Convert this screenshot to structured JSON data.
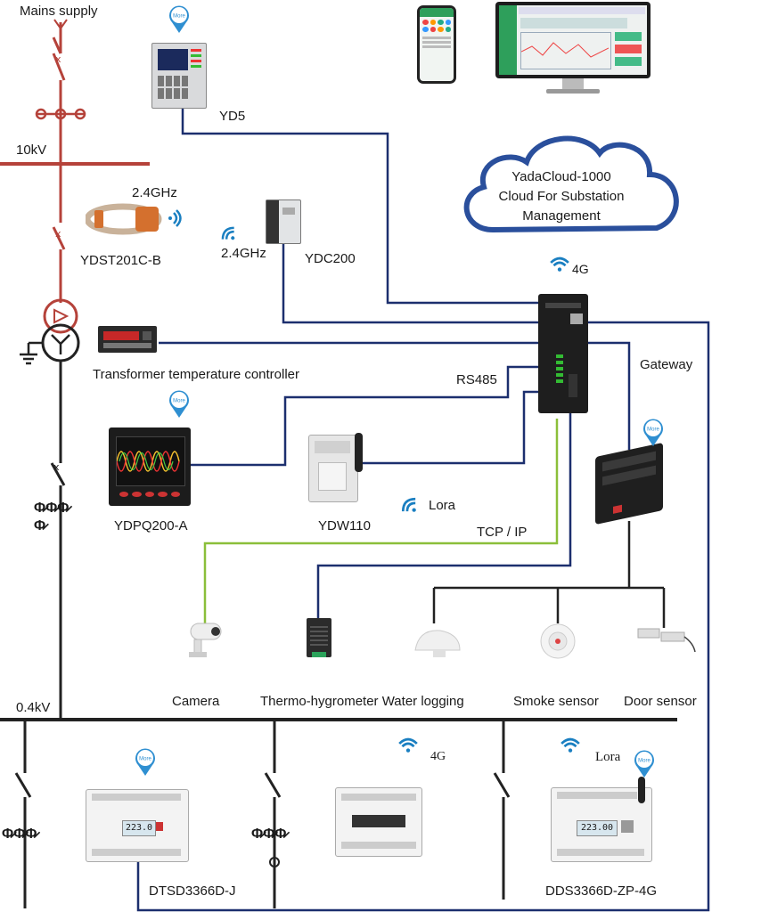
{
  "labels": {
    "mains_supply": "Mains supply",
    "v10kv": "10kV",
    "v04kv": "0.4kV",
    "yd5": "YD5",
    "ghz_1": "2.4GHz",
    "ghz_2": "2.4GHz",
    "ydst": "YDST201C-B",
    "ydc200": "YDC200",
    "cloud_line1": "YadaCloud-1000",
    "cloud_line2": "Cloud For Substation",
    "cloud_line3": "Management",
    "g4_top": "4G",
    "transformer_ctrl": "Transformer temperature controller",
    "rs485": "RS485",
    "gateway": "Gateway",
    "ydpq": "YDPQ200-A",
    "ydw110": "YDW110",
    "lora_mid": "Lora",
    "tcpip": "TCP / IP",
    "camera": "Camera",
    "thermo_water": "Thermo-hygrometer Water logging",
    "smoke": "Smoke sensor",
    "door": "Door sensor",
    "g4_bottom": "4G",
    "lora_bottom": "Lora",
    "dtsd": "DTSD3366D-J",
    "dds": "DDS3366D-ZP-4G",
    "more": "More",
    "meter_reading_1": "223.0",
    "meter_reading_2": "223.00"
  },
  "colors": {
    "power_line_red": "#b5423a",
    "comm_line_blue": "#1c2f6e",
    "tcp_line_green": "#8bbf3a",
    "bus_black": "#222222",
    "wifi_blue": "#1a7fc1",
    "cloud_border": "#2a4f9c"
  }
}
